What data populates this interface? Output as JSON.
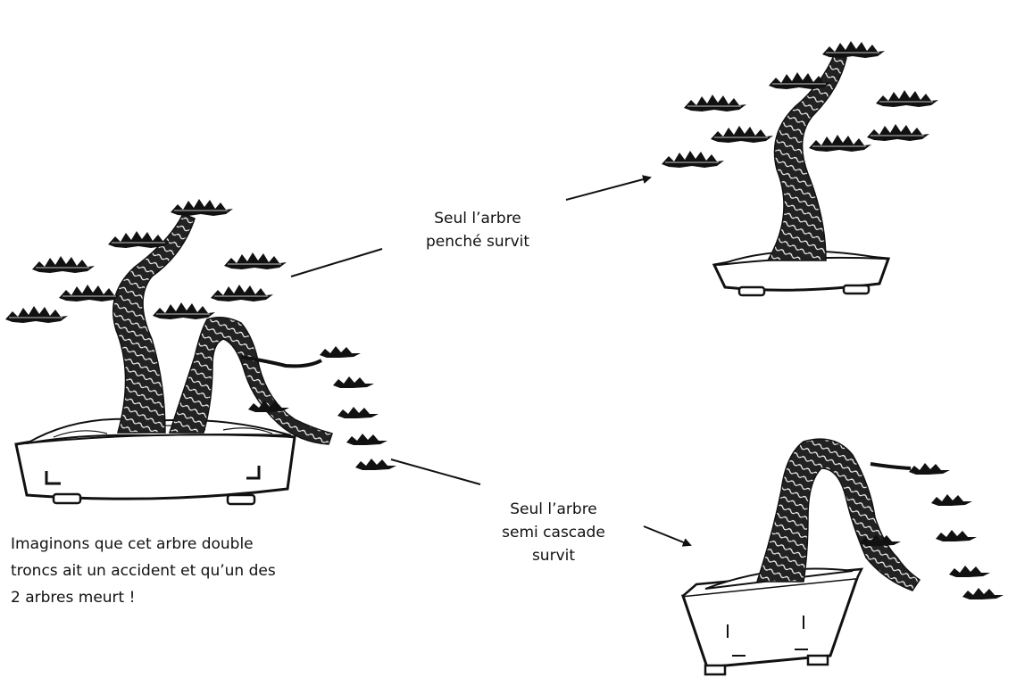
{
  "labels": {
    "top": {
      "line1": "Seul l’arbre",
      "line2": "penché survit"
    },
    "bottom": {
      "line1": "Seul l’arbre",
      "line2": "semi cascade",
      "line3": "survit"
    }
  },
  "caption": {
    "line1": "Imaginons que cet arbre double",
    "line2": "troncs ait un accident et qu’un des",
    "line3": "2 arbres meurt !"
  },
  "icons": [
    "bonsai-double-trunk",
    "bonsai-slanting",
    "bonsai-semi-cascade",
    "arrow-icon"
  ],
  "colors": {
    "ink": "#111111",
    "background": "#ffffff"
  }
}
